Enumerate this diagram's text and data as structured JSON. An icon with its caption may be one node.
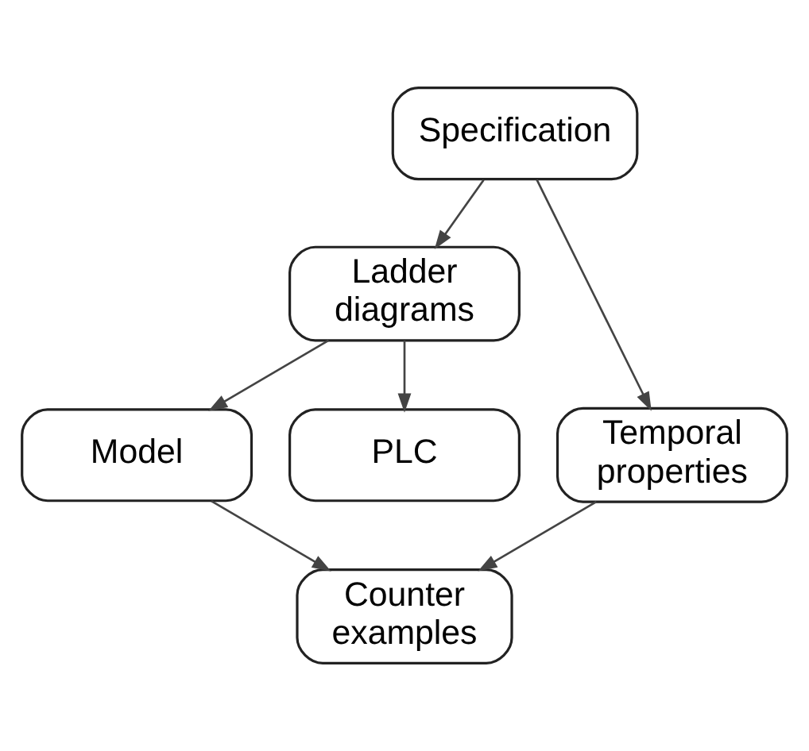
{
  "diagram": {
    "nodes": [
      {
        "text": [
          "Specification"
        ]
      },
      {
        "text": [
          "Ladder diagrams"
        ]
      },
      {
        "text": [
          "Temporal properties"
        ]
      },
      {
        "text": [
          "Model"
        ]
      },
      {
        "text": [
          "PLC"
        ]
      },
      {
        "text": [
          "Counter examples"
        ]
      }
    ],
    "edges": [
      {
        "from": 0,
        "to": 1,
        "arrow": "to"
      },
      {
        "from": 0,
        "to": 2,
        "arrow": "to"
      },
      {
        "from": 1,
        "to": 3,
        "arrow": "to"
      },
      {
        "from": 1,
        "to": 4,
        "arrow": "to"
      },
      {
        "from": 2,
        "to": 5,
        "arrow": "to"
      },
      {
        "from": 3,
        "to": 5,
        "arrow": "to"
      }
    ]
  }
}
